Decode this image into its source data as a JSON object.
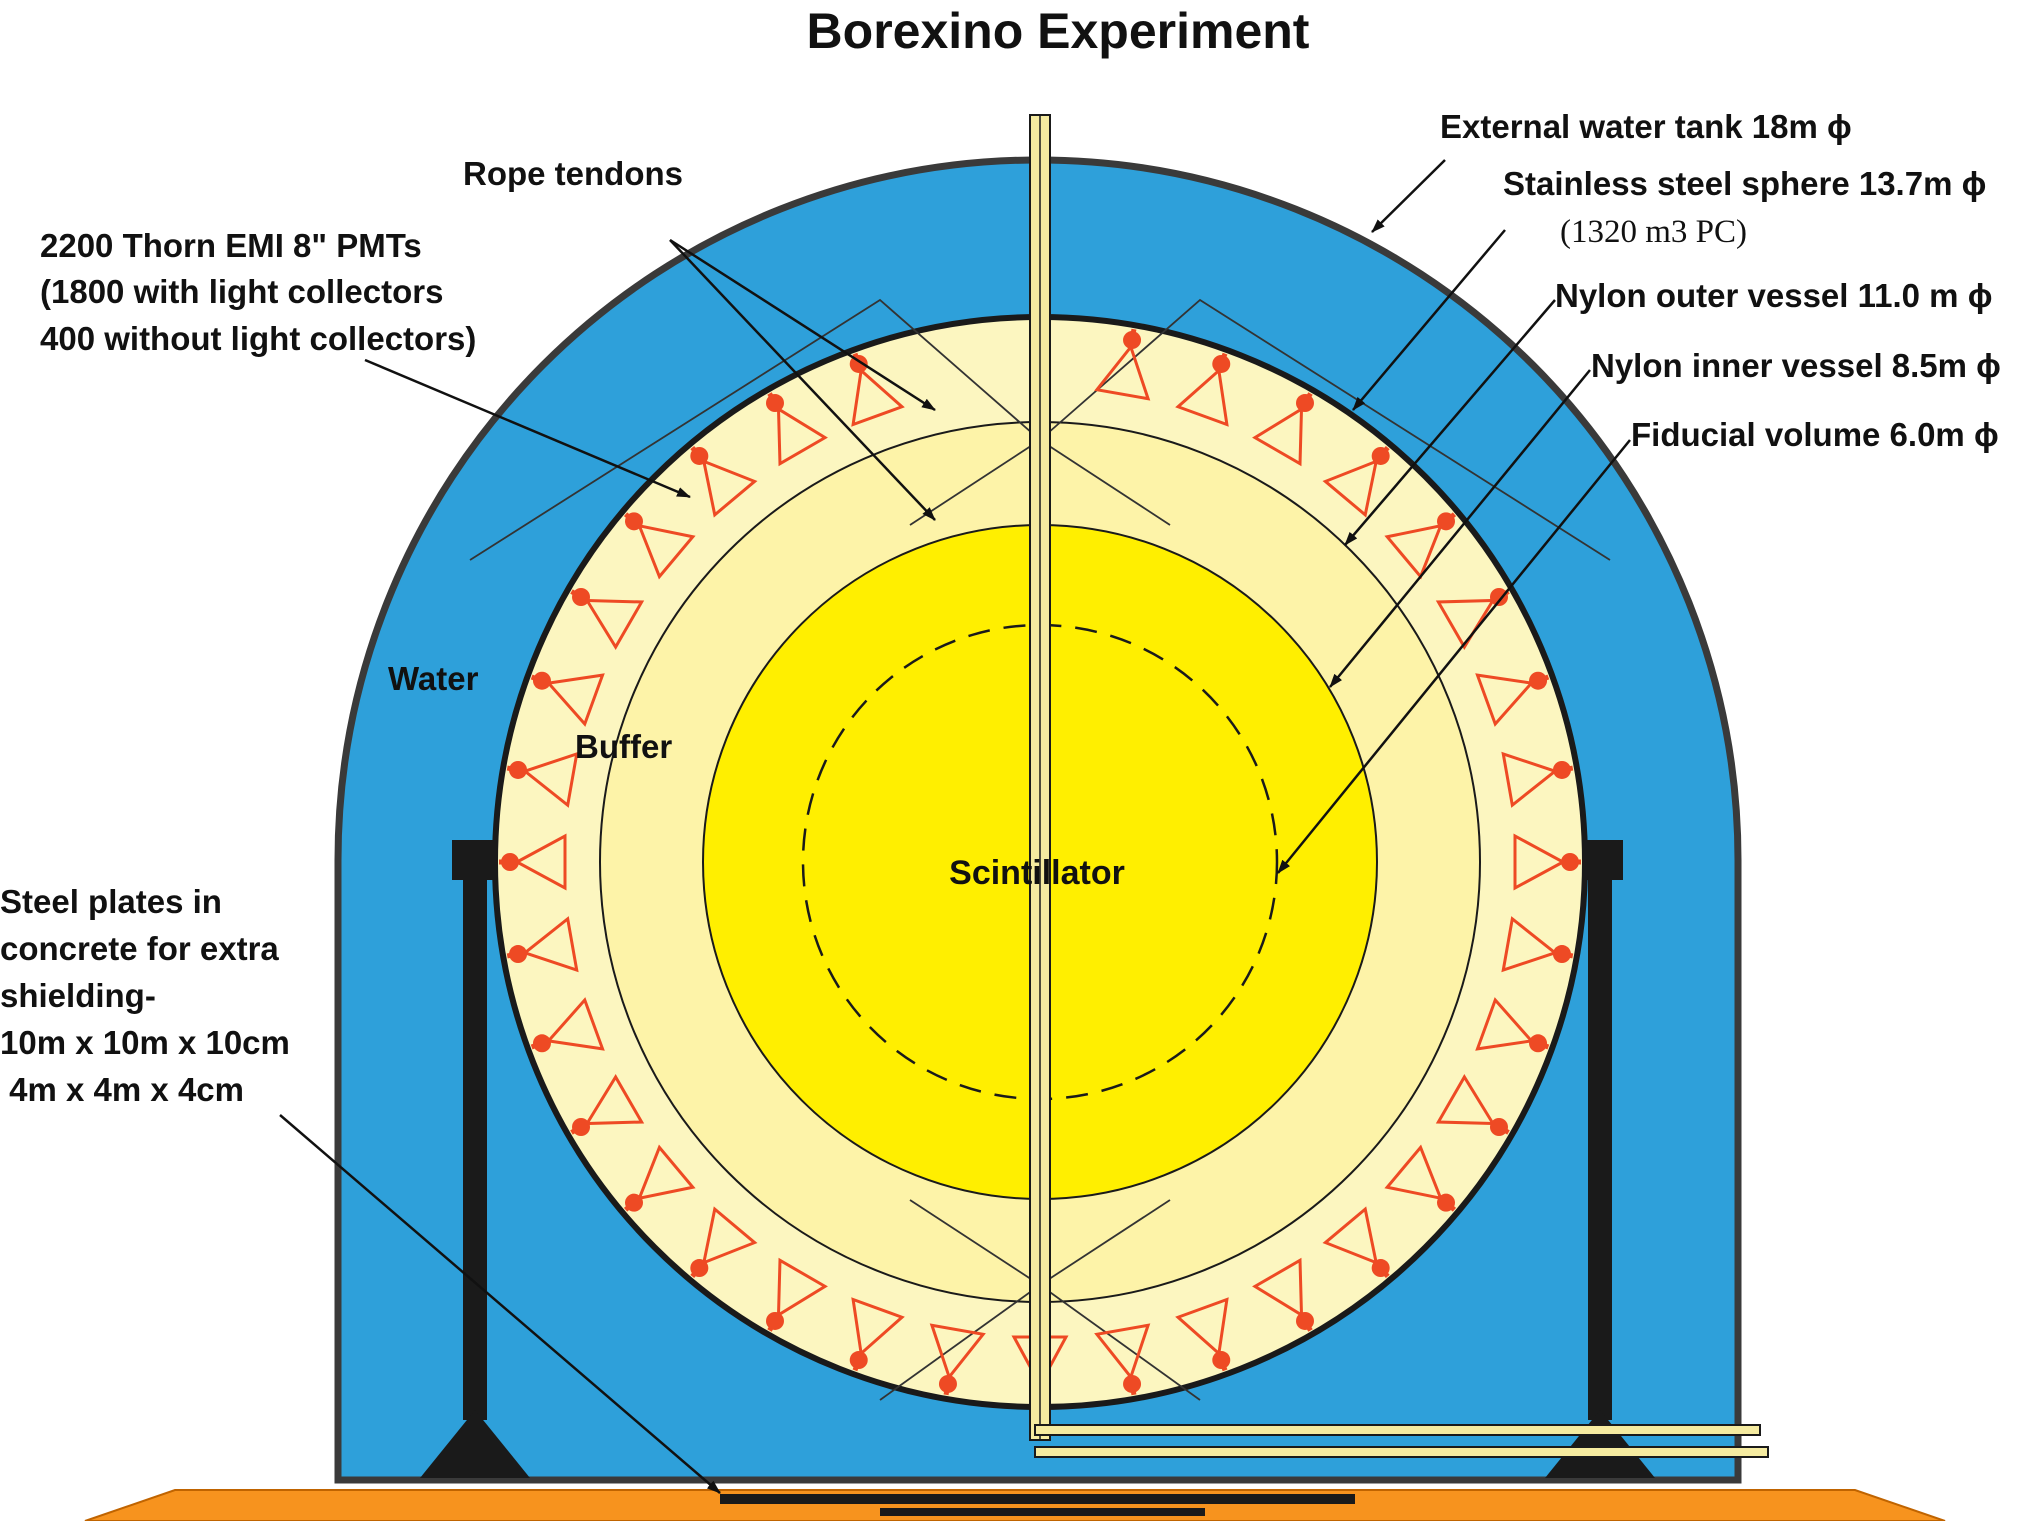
{
  "title": "Borexino Experiment",
  "labels": {
    "water_tank": "External water tank 18m ϕ",
    "steel_sphere": "Stainless steel sphere 13.7m ϕ",
    "steel_sphere_note": "(1320 m3 PC)",
    "outer_vessel": "Nylon outer vessel 11.0 m ϕ",
    "inner_vessel": "Nylon inner vessel 8.5m ϕ",
    "fiducial": "Fiducial volume 6.0m ϕ",
    "rope_tendons": "Rope tendons",
    "pmts": [
      "2200 Thorn EMI 8\" PMTs",
      "(1800 with light collectors",
      "400 without  light collectors)"
    ],
    "water": "Water",
    "buffer": "Buffer",
    "scintillator": "Scintillator",
    "steel_plates": [
      "Steel plates in",
      "concrete for extra",
      "shielding-",
      "10m x 10m x 10cm",
      " 4m x 4m x 4cm"
    ]
  },
  "colors": {
    "water": "#2ea0da",
    "buffer": "#fcf6c0",
    "inner_buffer": "#fdf3a8",
    "scintillator": "#ffef00",
    "pmt": "#ee4a24",
    "floor": "#f7931e",
    "structure": "#1a1a1a",
    "pipe": "#f5eba0"
  }
}
